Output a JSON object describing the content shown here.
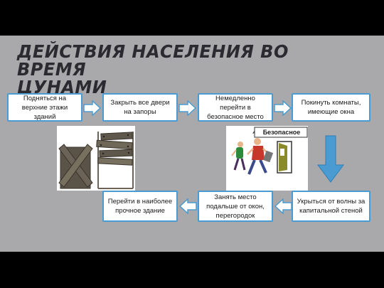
{
  "title": {
    "line1": "ДЕЙСТВИЯ НАСЕЛЕНИЯ ВО ВРЕМЯ",
    "line2": "ЦУНАМИ"
  },
  "steps": [
    {
      "label": "Подняться на верхние этажи зданий"
    },
    {
      "label": "Закрыть все двери на запоры"
    },
    {
      "label": "Немедленно перейти в безопасное место"
    },
    {
      "label": "Покинуть комнаты, имеющие окна"
    },
    {
      "label": "Укрыться от волны за капитальной стеной"
    },
    {
      "label": "Занять место подальше от окон, перегородок"
    },
    {
      "label": "Перейти в наиболее прочное здание"
    }
  ],
  "illustrations": {
    "safe_sign": "Безопасное"
  },
  "colors": {
    "border": "#4a9bd1",
    "arrow": "#4a9bd1",
    "background": "#a9a9ab"
  }
}
